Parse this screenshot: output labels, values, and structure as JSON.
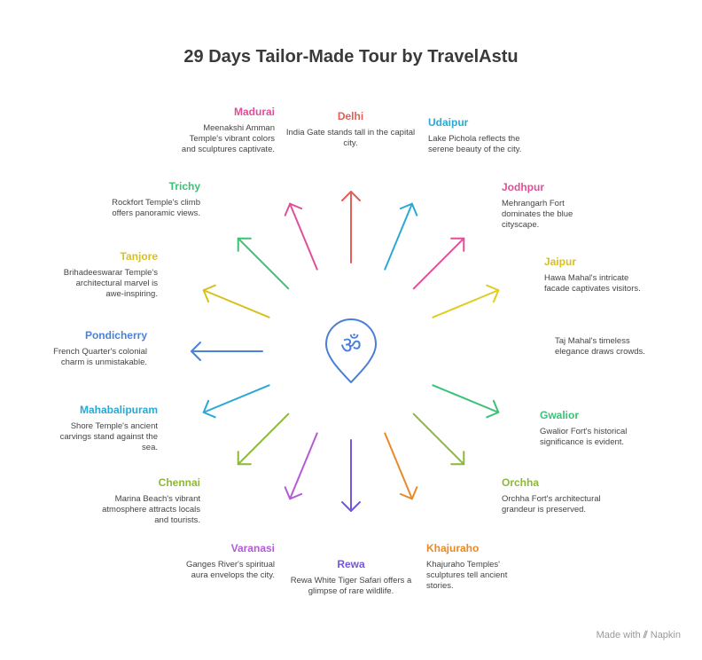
{
  "title": "29 Days Tailor-Made Tour by TravelAstu",
  "footer": {
    "made_with": "Made with",
    "brand": "Napkin"
  },
  "center_icon": "om-location-pin-icon",
  "destinations": [
    {
      "name": "Delhi",
      "desc": "India Gate stands tall in the capital city.",
      "color": "#e35f55"
    },
    {
      "name": "Udaipur",
      "desc": "Lake Pichola reflects the serene beauty of the city.",
      "color": "#2aa9d6"
    },
    {
      "name": "Jodhpur",
      "desc": "Mehrangarh Fort dominates the blue cityscape.",
      "color": "#e04f9a"
    },
    {
      "name": "Jaipur",
      "desc": "Hawa Mahal's intricate facade captivates visitors.",
      "color": "#e0cd22"
    },
    {
      "name": "",
      "desc": "Taj Mahal's timeless elegance draws crowds.",
      "color": "#ffffff"
    },
    {
      "name": "Gwalior",
      "desc": "Gwalior Fort's historical significance is evident.",
      "color": "#3cc178"
    },
    {
      "name": "Orchha",
      "desc": "Orchha Fort's architectural grandeur is preserved.",
      "color": "#8cb83a"
    },
    {
      "name": "Khajuraho",
      "desc": "Khajuraho Temples' sculptures tell ancient stories.",
      "color": "#e88a2a"
    },
    {
      "name": "Rewa",
      "desc": "Rewa White Tiger Safari offers a glimpse of rare wildlife.",
      "color": "#7456d8"
    },
    {
      "name": "Varanasi",
      "desc": "Ganges River's spiritual aura envelops the city.",
      "color": "#b35ad8"
    },
    {
      "name": "Chennai",
      "desc": "Marina Beach's vibrant atmosphere attracts locals and tourists.",
      "color": "#8cb83a"
    },
    {
      "name": "Mahabalipuram",
      "desc": "Shore Temple's ancient carvings stand against the sea.",
      "color": "#2aa9d6"
    },
    {
      "name": "Pondicherry",
      "desc": "French Quarter's colonial charm is unmistakable.",
      "color": "#4a82d8"
    },
    {
      "name": "Tanjore",
      "desc": "Brihadeeswarar Temple's architectural marvel is awe-inspiring.",
      "color": "#d8c020"
    },
    {
      "name": "Trichy",
      "desc": "Rockfort Temple's climb offers panoramic views.",
      "color": "#3cc178"
    },
    {
      "name": "Madurai",
      "desc": "Meenakshi Amman Temple's vibrant colors and sculptures captivate.",
      "color": "#e04f9a"
    }
  ]
}
